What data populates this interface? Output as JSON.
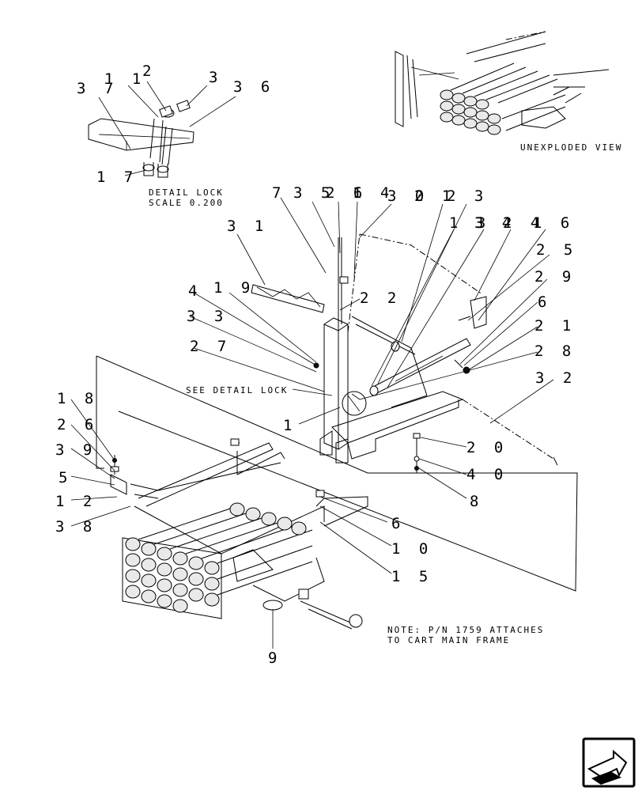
{
  "detail_lock": {
    "line1": "DETAIL  LOCK",
    "line2": "SCALE  0.200",
    "callouts": [
      "3 7",
      "1 1",
      "2",
      "3",
      "3 6",
      "1 7"
    ]
  },
  "unexploded": {
    "label": "UNEXPLODED  VIEW"
  },
  "see_detail": {
    "label": "SEE DETAIL  LOCK"
  },
  "note": {
    "line1": "NOTE: P/N 1759 ATTACHES",
    "line2": "TO CART MAIN FRAME"
  },
  "callouts_main": {
    "c7": "7",
    "c35": "3 5",
    "c26": "2 6",
    "c14": "1 4",
    "c30": "3 0",
    "c21": "2 1",
    "c23": "2 3",
    "c13": "1 3",
    "c34": "3 4",
    "c24": "2 4",
    "c16": "1 6",
    "c31": "3 1",
    "c25": "2 5",
    "c29": "2 9",
    "c6a": "6",
    "c21b": "2 1",
    "c28": "2 8",
    "c4": "4",
    "c19": "1 9",
    "c22": "2 2",
    "c33": "3 3",
    "c27": "2 7",
    "c1": "1",
    "c32": "3 2",
    "c20": "2 0",
    "c40": "4 0",
    "c8": "8",
    "c18": "1 8",
    "c26b": "2 6",
    "c39": "3 9",
    "c5": "5",
    "c12": "1 2",
    "c38": "3 8",
    "c6b": "6",
    "c10": "1 0",
    "c15": "1 5",
    "c9": "9"
  },
  "icons": {
    "corner": "next-page-arrow-icon"
  }
}
